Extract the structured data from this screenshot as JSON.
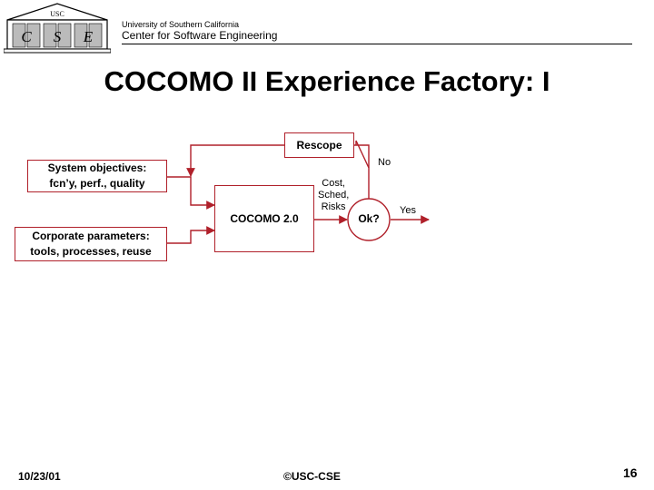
{
  "header": {
    "logo_letters": [
      "C",
      "S",
      "E"
    ],
    "logo_text": "USC",
    "university": "University of Southern California",
    "center": "Center for Software Engineering"
  },
  "title": "COCOMO II Experience Factory: I",
  "diagram": {
    "boxes": {
      "system_objectives": [
        "System objectives:",
        "fcn’y, perf., quality"
      ],
      "corporate_parameters": [
        "Corporate parameters:",
        "tools, processes, reuse"
      ],
      "cocomo": "COCOMO 2.0",
      "rescope": "Rescope",
      "decision": "Ok?"
    },
    "labels": {
      "outputs": [
        "Cost,",
        "Sched,",
        "Risks"
      ],
      "no": "No",
      "yes": "Yes"
    },
    "colors": {
      "line": "#b0202a"
    }
  },
  "footer": {
    "date": "10/23/01",
    "copyright": "©USC-CSE",
    "page": "16"
  }
}
